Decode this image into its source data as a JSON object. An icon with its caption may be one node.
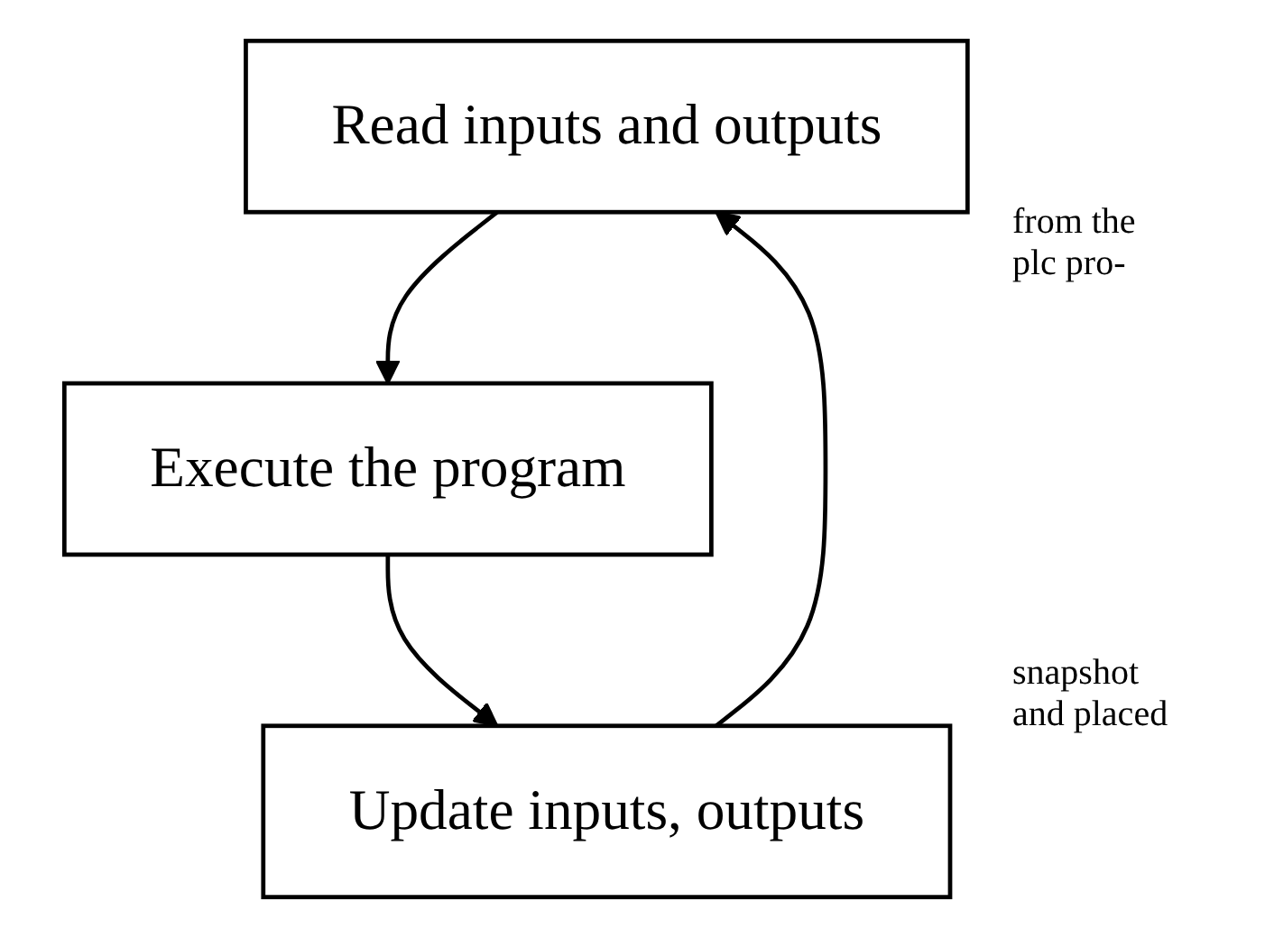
{
  "diagram": {
    "nodes": [
      {
        "text": [
          "Read inputs and outputs"
        ]
      },
      {
        "text": [
          "Execute the program"
        ]
      },
      {
        "text": [
          "Update inputs, outputs"
        ]
      }
    ],
    "edges": [
      {
        "from": 0,
        "to": 1,
        "arrow": "to"
      },
      {
        "from": 1,
        "to": 2,
        "arrow": "to"
      },
      {
        "from": 2,
        "to": 0,
        "arrow": "to"
      }
    ],
    "labels": [
      "from the plc pro-",
      "snapshot and placed"
    ]
  }
}
